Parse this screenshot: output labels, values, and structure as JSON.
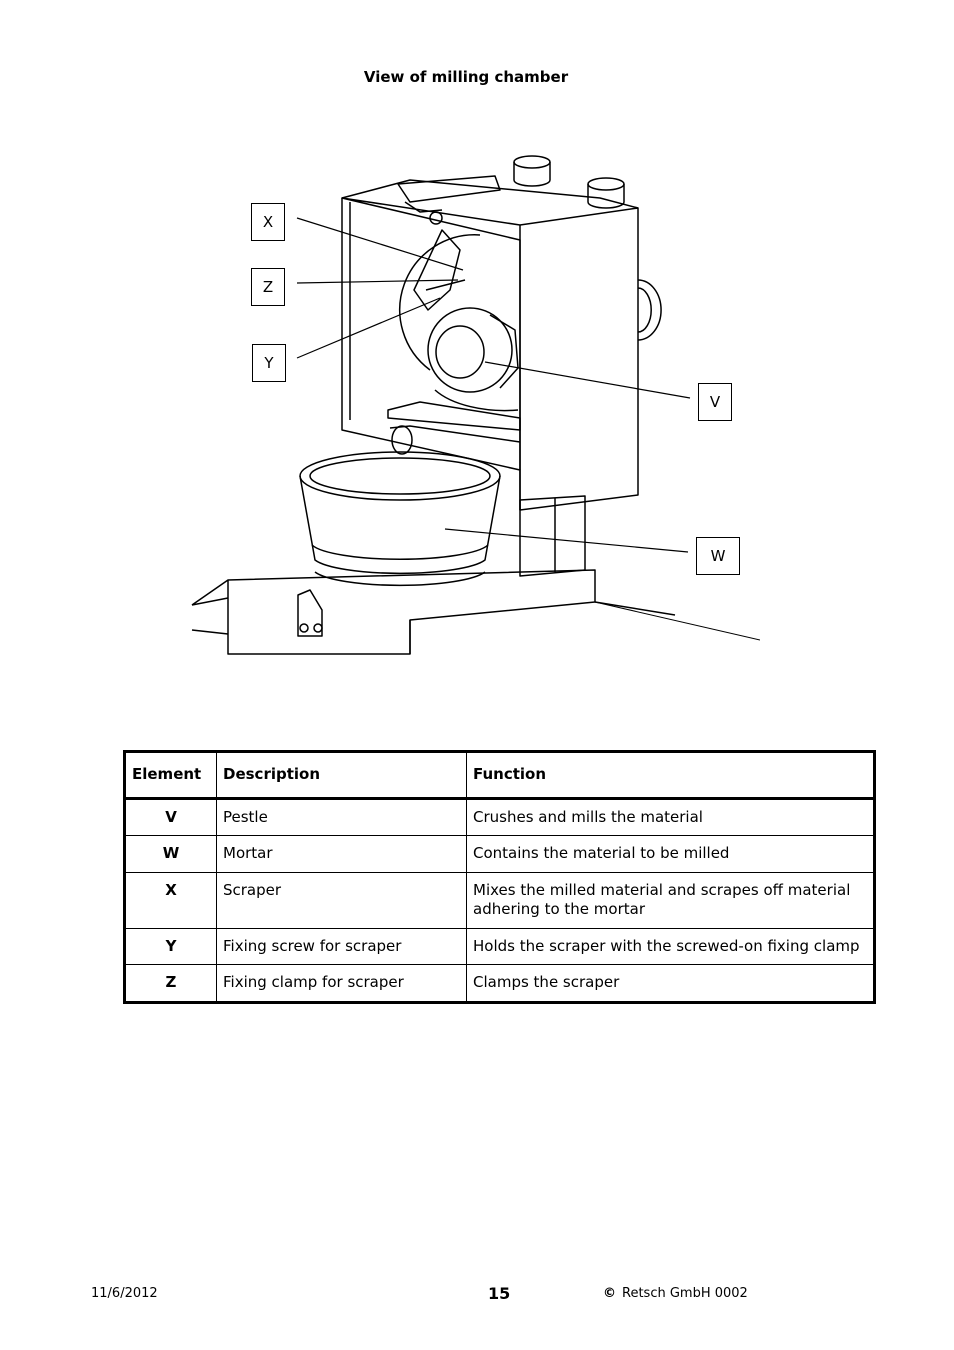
{
  "title": "View of milling chamber",
  "figure": {
    "callouts": [
      "X",
      "Z",
      "Y",
      "V",
      "W"
    ]
  },
  "table": {
    "headers": [
      "Element",
      "Description",
      "Function"
    ],
    "rows": [
      {
        "element": "V",
        "description": "Pestle",
        "function": "Crushes and mills the material"
      },
      {
        "element": "W",
        "description": "Mortar",
        "function": "Contains the material to be milled"
      },
      {
        "element": "X",
        "description": "Scraper",
        "function": "Mixes the milled material and scrapes off material adhering to the mortar"
      },
      {
        "element": "Y",
        "description": "Fixing screw for scraper",
        "function": "Holds the scraper with the screwed-on fixing clamp"
      },
      {
        "element": "Z",
        "description": "Fixing clamp for scraper",
        "function": "Clamps the scraper"
      }
    ]
  },
  "footer": {
    "date": "11/6/2012",
    "page": "15",
    "copyright_symbol": "©",
    "copyright": "Retsch GmbH 0002"
  }
}
